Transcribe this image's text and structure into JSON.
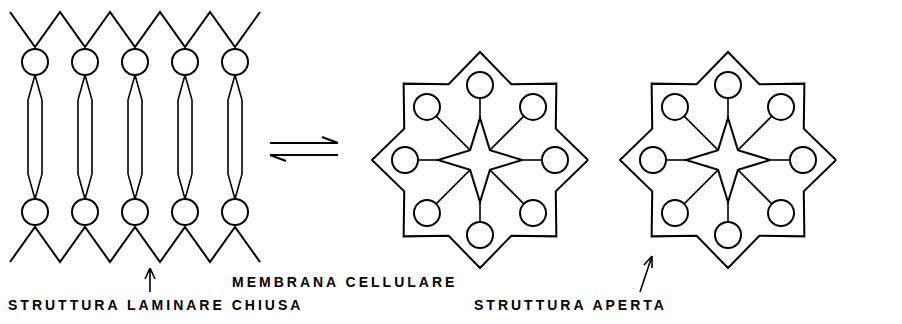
{
  "diagram": {
    "labels": [
      "STRUTTURA LAMINARE CHIUSA",
      "MEMBRANA CELLULARE",
      "STRUTTURA APERTA"
    ]
  }
}
